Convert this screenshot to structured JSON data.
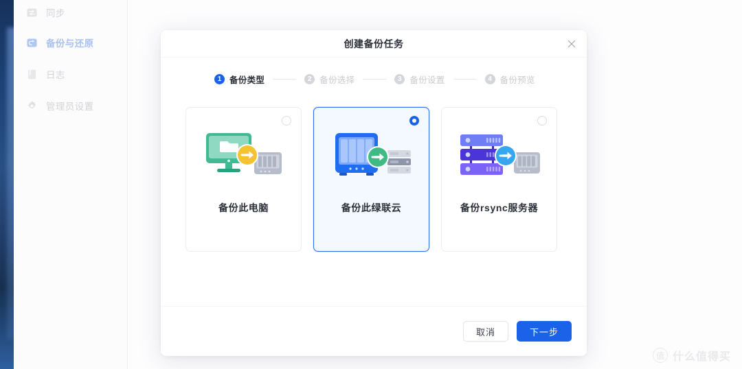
{
  "sidebar": {
    "items": [
      {
        "label": "同步",
        "icon": "sync-icon",
        "active": false
      },
      {
        "label": "备份与还原",
        "icon": "backup-icon",
        "active": true
      },
      {
        "label": "日志",
        "icon": "log-icon",
        "active": false
      },
      {
        "label": "管理员设置",
        "icon": "gear-icon",
        "active": false
      }
    ]
  },
  "dialog": {
    "title": "创建备份任务",
    "close_icon": "close-icon",
    "steps": [
      {
        "number": "1",
        "label": "备份类型",
        "state": "current"
      },
      {
        "number": "2",
        "label": "备份选择",
        "state": "pending"
      },
      {
        "number": "3",
        "label": "备份设置",
        "state": "pending"
      },
      {
        "number": "4",
        "label": "备份预览",
        "state": "pending"
      }
    ],
    "options": [
      {
        "label": "备份此电脑",
        "icon": "computer-to-nas-icon",
        "selected": false
      },
      {
        "label": "备份此绿联云",
        "icon": "nas-to-server-icon",
        "selected": true
      },
      {
        "label": "备份rsync服务器",
        "icon": "server-to-nas-icon",
        "selected": false
      }
    ],
    "footer": {
      "cancel_label": "取消",
      "next_label": "下一步"
    }
  },
  "watermark": {
    "logo_text": "值",
    "text": "什么值得买"
  },
  "colors": {
    "accent": "#1a63e8",
    "selected_card_bg": "#f4f8ff",
    "selected_card_border": "#2a6bf0",
    "step_pending": "#d5d6db",
    "sidebar_active_text": "#a9c0f0",
    "desktop_navy": "#16325c"
  }
}
